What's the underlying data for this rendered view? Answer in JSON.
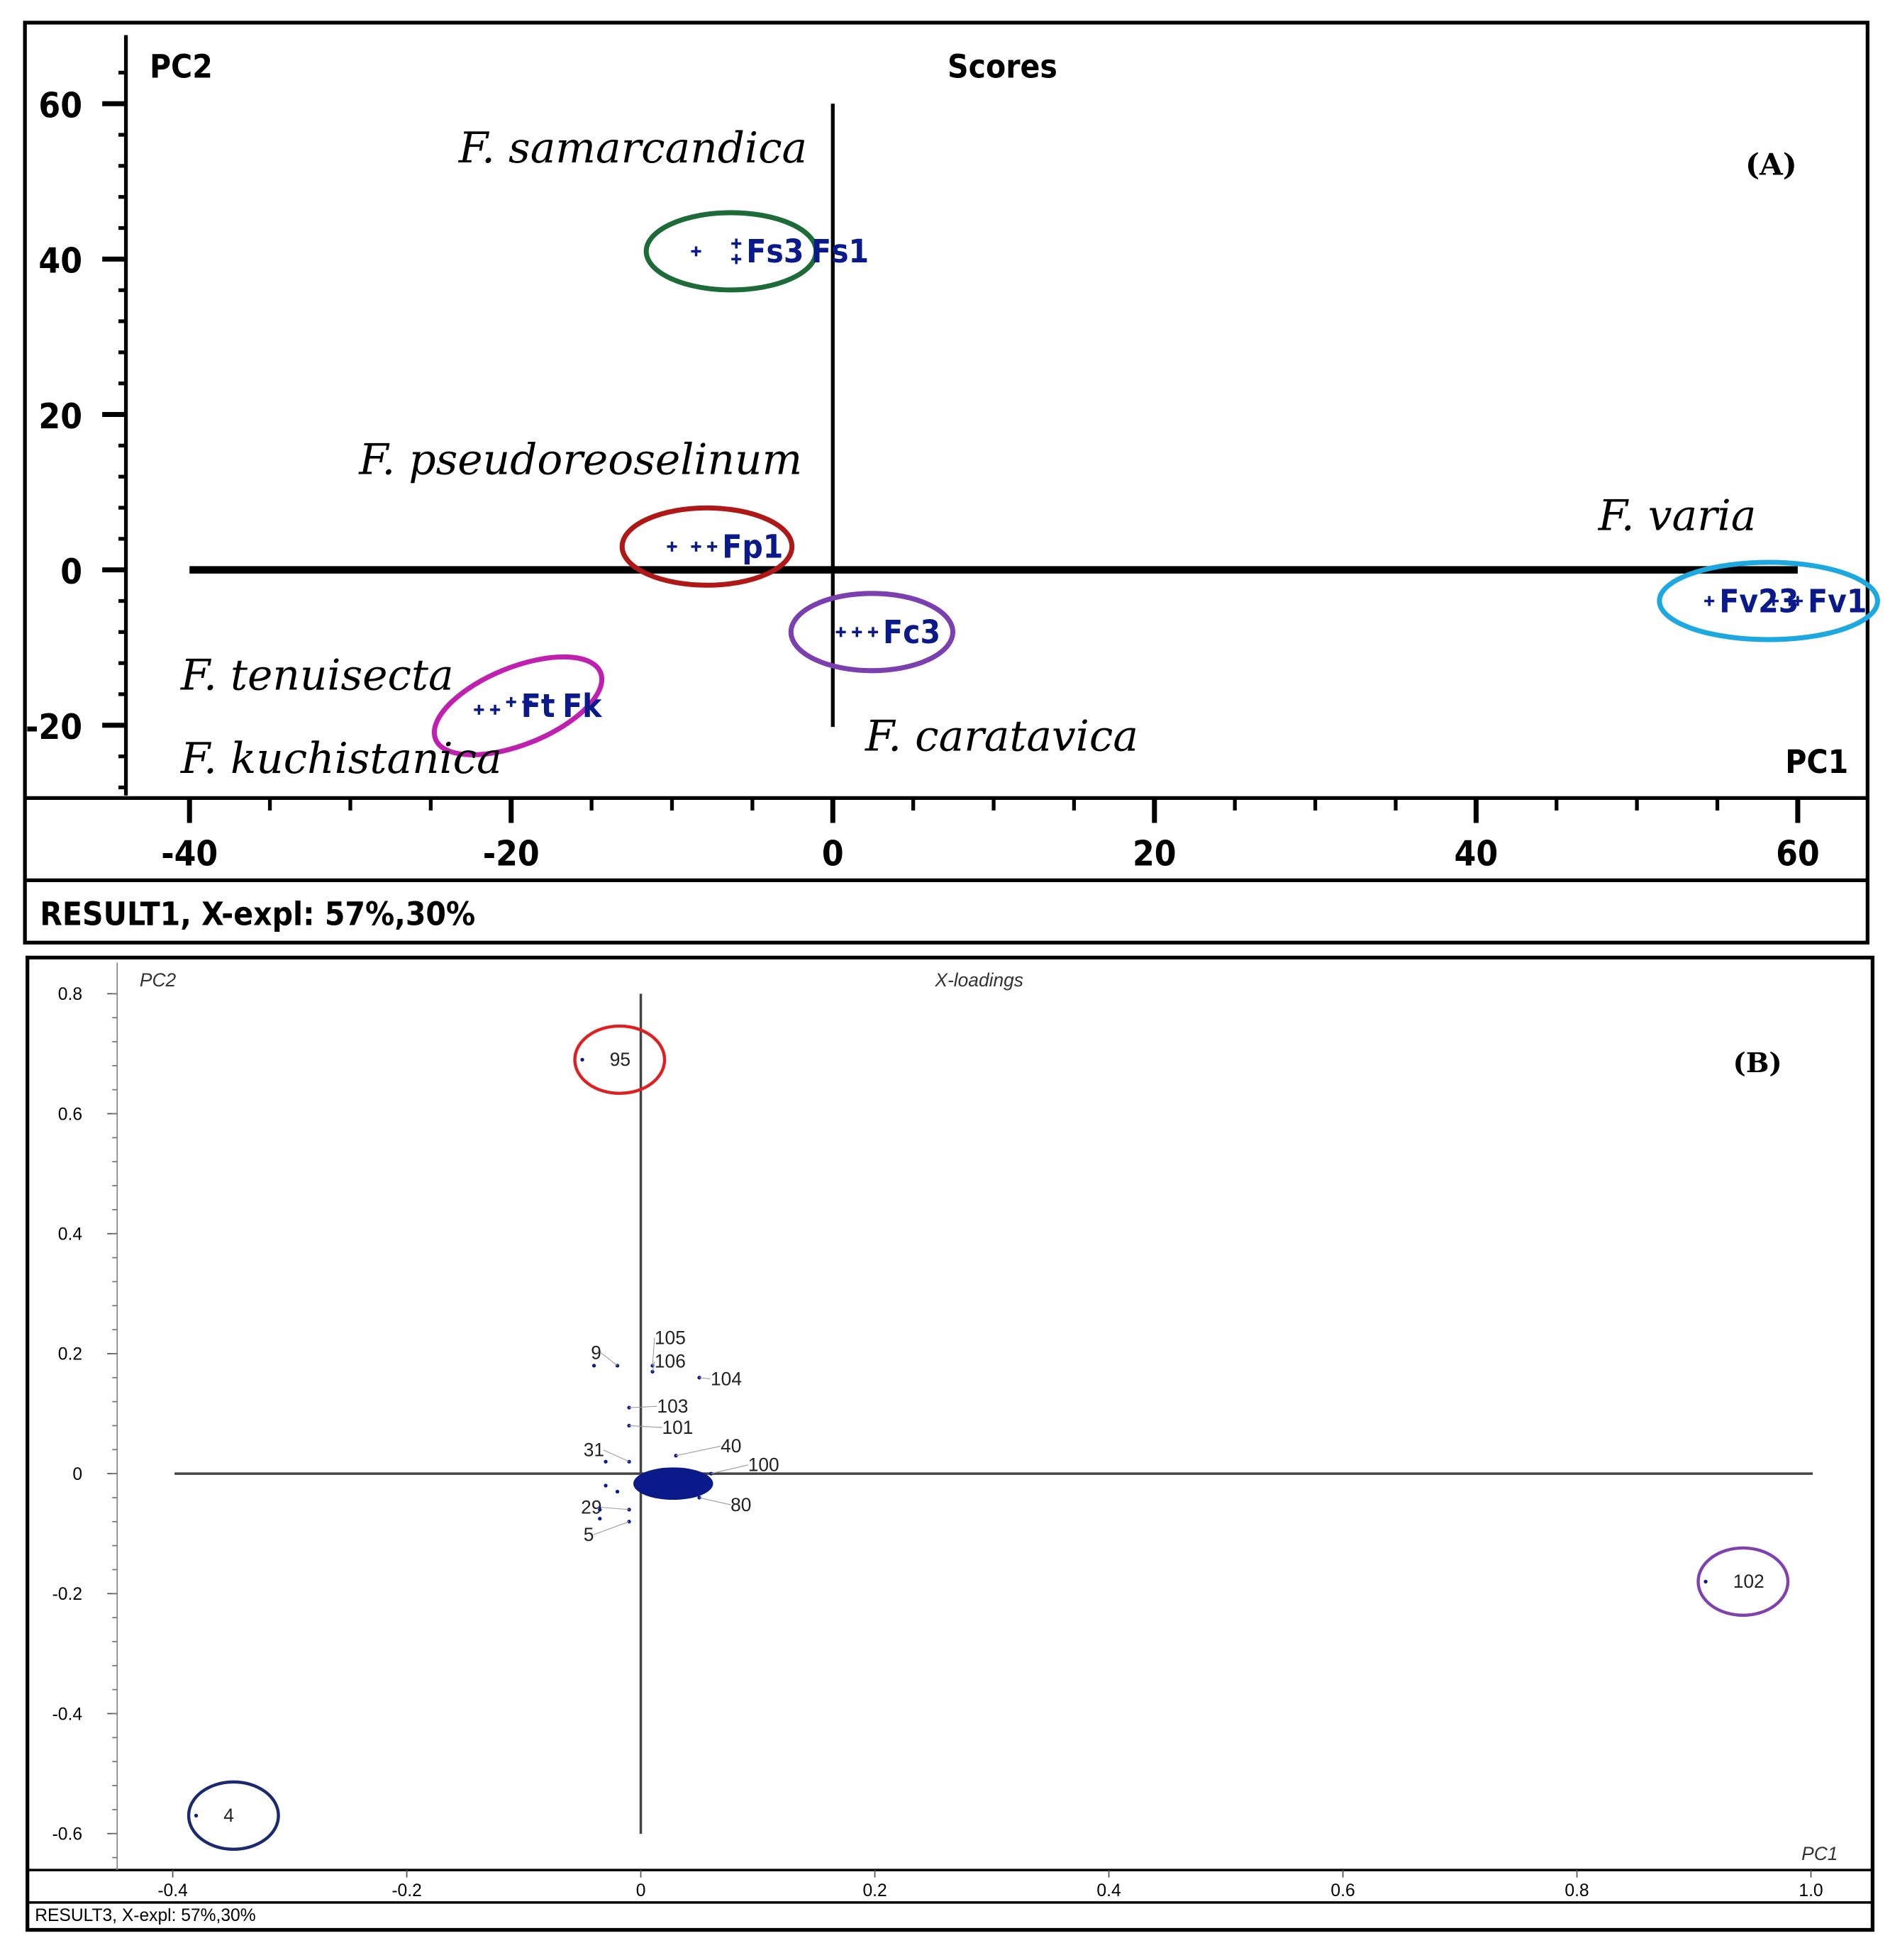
{
  "chart_data": [
    {
      "type": "scatter",
      "title": "Scores",
      "panel_label": "(A)",
      "xlabel": "PC1",
      "ylabel": "PC2",
      "xlim": [
        -44,
        64
      ],
      "ylim": [
        -29,
        67
      ],
      "xticks": [
        -40,
        -20,
        0,
        20,
        40,
        60
      ],
      "yticks": [
        60,
        40,
        20,
        0,
        -20
      ],
      "footer": "RESULT1, X-expl: 57%,30%",
      "groups": [
        {
          "name": "F. samarcandica",
          "color": "#1e6b3a",
          "points": [
            {
              "x": -8.5,
              "y": 41,
              "label": ""
            },
            {
              "x": -6,
              "y": 42,
              "label": "Fs3"
            },
            {
              "x": -6,
              "y": 40,
              "label": "Fs1"
            }
          ]
        },
        {
          "name": "F. pseudoreoselinum",
          "color": "#b01818",
          "points": [
            {
              "x": -10,
              "y": 3,
              "label": ""
            },
            {
              "x": -8.5,
              "y": 3,
              "label": ""
            },
            {
              "x": -7.5,
              "y": 3,
              "label": "Fp1"
            }
          ]
        },
        {
          "name": "F. caratavica",
          "color": "#7b3fb0",
          "points": [
            {
              "x": 0.5,
              "y": -8,
              "label": ""
            },
            {
              "x": 1.5,
              "y": -8,
              "label": ""
            },
            {
              "x": 2.5,
              "y": -8,
              "label": "Fc3"
            }
          ]
        },
        {
          "name": "F. tenuisecta / F. kuchistanica",
          "color": "#c020b0",
          "points": [
            {
              "x": -22,
              "y": -18,
              "label": ""
            },
            {
              "x": -21,
              "y": -18,
              "label": ""
            },
            {
              "x": -20,
              "y": -17,
              "label": "Ft"
            },
            {
              "x": -19,
              "y": -17,
              "label": "Fk"
            }
          ]
        },
        {
          "name": "F. varia",
          "color": "#1ea8e0",
          "points": [
            {
              "x": 54.5,
              "y": -4,
              "label": "Fv23"
            },
            {
              "x": 58.5,
              "y": -4,
              "label": ""
            },
            {
              "x": 59.5,
              "y": -4,
              "label": ""
            },
            {
              "x": 60,
              "y": -4,
              "label": "Fv1"
            }
          ]
        }
      ],
      "annotations": [
        "F. samarcandica",
        "F. pseudoreoselinum",
        "F. varia",
        "F. tenuisecta",
        "F. kuchistanica",
        "F. caratavica"
      ],
      "point_color": "#0a1a8a"
    },
    {
      "type": "scatter",
      "title": "X-loadings",
      "panel_label": "(B)",
      "xlabel": "PC1",
      "ylabel": "PC2",
      "xlim": [
        -0.4,
        1.0
      ],
      "ylim": [
        -0.66,
        0.82
      ],
      "xticks": [
        "-0.4",
        "-0.2",
        "0",
        "0.2",
        "0.4",
        "0.6",
        "0.8",
        "1.0"
      ],
      "yticks": [
        "0.8",
        "0.6",
        "0.4",
        "0.2",
        "0",
        "-0.2",
        "-0.4",
        "-0.6"
      ],
      "footer": "RESULT3, X-expl: 57%,30%",
      "points": [
        {
          "x": -0.05,
          "y": 0.69,
          "label": "95",
          "circle": "#e02020"
        },
        {
          "x": 0.91,
          "y": -0.18,
          "label": "102",
          "circle": "#8040b0"
        },
        {
          "x": -0.38,
          "y": -0.57,
          "label": "4",
          "circle": "#1a2a70"
        },
        {
          "x": -0.02,
          "y": 0.18,
          "label": "9"
        },
        {
          "x": 0.01,
          "y": 0.18,
          "label": "105"
        },
        {
          "x": 0.01,
          "y": 0.17,
          "label": "106"
        },
        {
          "x": 0.05,
          "y": 0.16,
          "label": "104"
        },
        {
          "x": -0.01,
          "y": 0.11,
          "label": "103"
        },
        {
          "x": -0.01,
          "y": 0.08,
          "label": "101"
        },
        {
          "x": 0.03,
          "y": 0.03,
          "label": "40"
        },
        {
          "x": -0.01,
          "y": 0.02,
          "label": "31"
        },
        {
          "x": 0.06,
          "y": 0.0,
          "label": "100"
        },
        {
          "x": 0.05,
          "y": -0.04,
          "label": "80"
        },
        {
          "x": -0.01,
          "y": -0.06,
          "label": "29"
        },
        {
          "x": -0.01,
          "y": -0.08,
          "label": "5"
        },
        {
          "x": -0.04,
          "y": 0.18,
          "label": ""
        },
        {
          "x": -0.03,
          "y": 0.02,
          "label": ""
        },
        {
          "x": -0.03,
          "y": -0.02,
          "label": ""
        },
        {
          "x": -0.02,
          "y": -0.03,
          "label": ""
        },
        {
          "x": -0.035,
          "y": -0.06,
          "label": ""
        },
        {
          "x": -0.035,
          "y": -0.075,
          "label": ""
        }
      ],
      "point_color": "#0a1a8a"
    }
  ]
}
